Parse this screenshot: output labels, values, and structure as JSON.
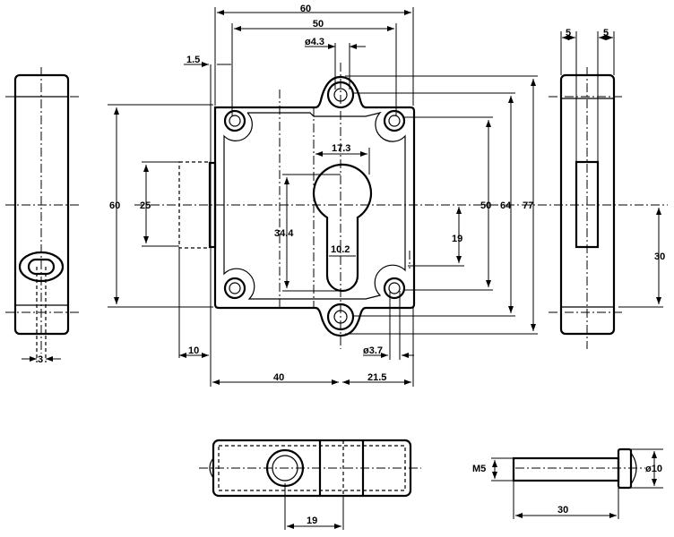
{
  "drawing": {
    "colors": {
      "line": "#000000",
      "background": "#ffffff"
    },
    "dimensions": {
      "overall_width": "60",
      "hole_spacing_horizontal": "50",
      "top_hole_diameter": "ø4.3",
      "edge_offset": "1.5",
      "overall_height_left": "60",
      "bolt_height": "25",
      "bolt_projection": "10",
      "width_left_of_center": "40",
      "width_right_of_center": "21.5",
      "corner_hole_diameter": "ø3.7",
      "keyhole_height": "34.4",
      "keyhole_slot_width": "10.2",
      "keyhole_circle_width": "17.3",
      "keyhole_offset": "19",
      "hole_spacing_vertical": "50",
      "lug_hole_spacing": "64",
      "overall_height": "77",
      "side_left_thickness": "5",
      "side_right_thickness": "5",
      "side_slot_offset": "30",
      "side_left_slot_width": "3",
      "bottom_spacing": "19",
      "screw_thread": "M5",
      "screw_head_diameter": "ø10",
      "screw_length": "30"
    }
  }
}
